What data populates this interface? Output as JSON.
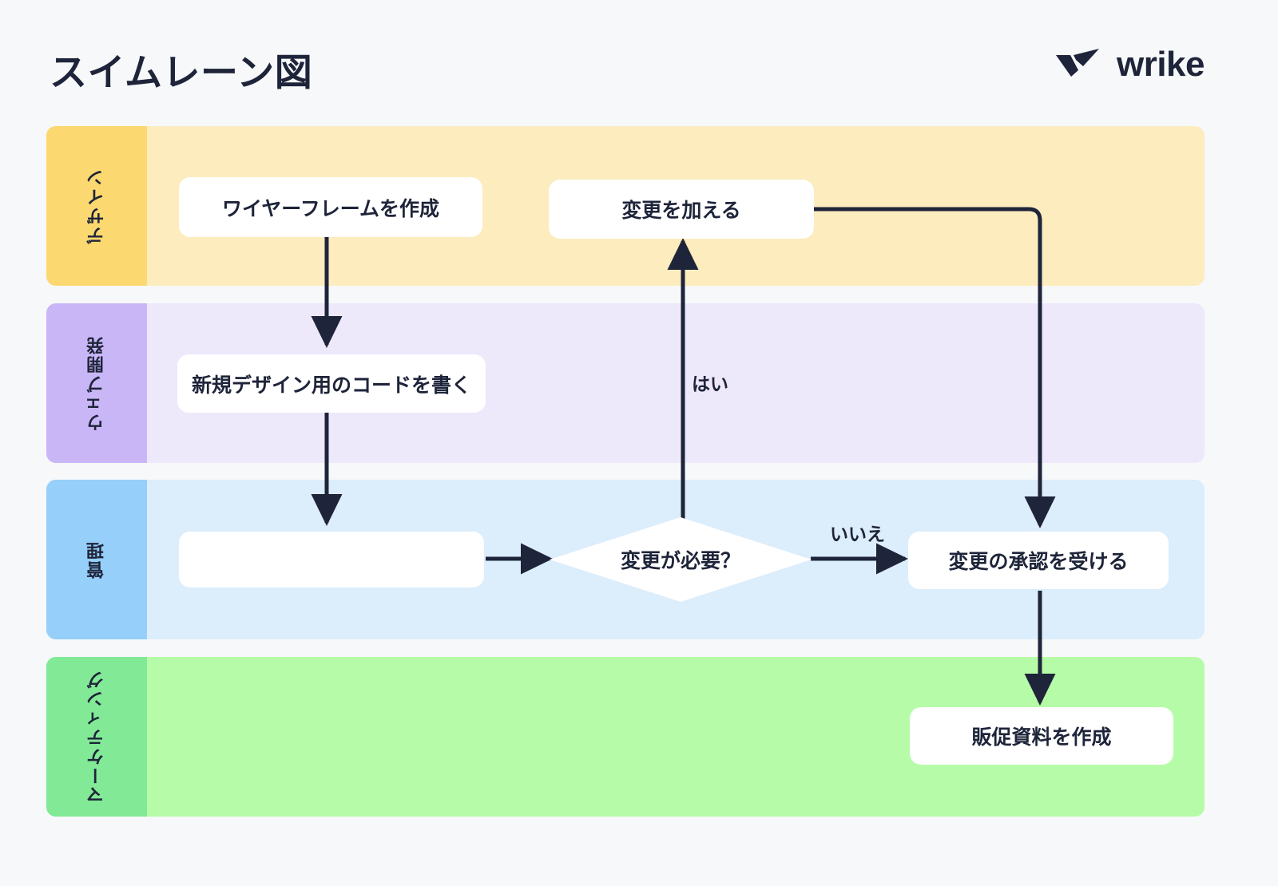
{
  "header": {
    "title": "スイムレーン図",
    "brand_name": "wrike",
    "brand_icon": "wrike-checkmark-logo"
  },
  "colors": {
    "page_background": "#F7F8FA",
    "text": "#1E2439",
    "node_fill": "#FFFFFF",
    "connector": "#1E2439",
    "lane_design_header": "#FCD870",
    "lane_design_body": "#FCECBE",
    "lane_webdev_header": "#C9B6F7",
    "lane_webdev_body": "#EEE8FB",
    "lane_management_header": "#95CFFA",
    "lane_management_body": "#DCEDFB",
    "lane_marketing_header": "#82E996",
    "lane_marketing_body": "#B6FCA8"
  },
  "chart_data": {
    "type": "diagram",
    "diagram_type": "swimlane-flowchart",
    "title": "スイムレーン図",
    "lanes": [
      {
        "id": "design",
        "label": "デザイン",
        "header_color": "#FCD870",
        "body_color": "#FCECBE"
      },
      {
        "id": "webdev",
        "label": "ウェブ開発",
        "header_color": "#C9B6F7",
        "body_color": "#EEE8FB"
      },
      {
        "id": "management",
        "label": "管理",
        "header_color": "#95CFFA",
        "body_color": "#DCEDFB"
      },
      {
        "id": "marketing",
        "label": "マーケティング",
        "header_color": "#82E996",
        "body_color": "#B6FCA8"
      }
    ],
    "nodes": [
      {
        "id": "n1",
        "lane": "design",
        "shape": "rounded-rect",
        "label": "ワイヤーフレームを作成"
      },
      {
        "id": "n2",
        "lane": "design",
        "shape": "rounded-rect",
        "label": "変更を加える"
      },
      {
        "id": "n3",
        "lane": "webdev",
        "shape": "rounded-rect",
        "label": "新規デザイン用のコードを書く"
      },
      {
        "id": "n4",
        "lane": "management",
        "shape": "rounded-rect",
        "label": ""
      },
      {
        "id": "n5",
        "lane": "management",
        "shape": "diamond",
        "label": "変更が必要？"
      },
      {
        "id": "n6",
        "lane": "management",
        "shape": "rounded-rect",
        "label": "変更の承認を受ける"
      },
      {
        "id": "n7",
        "lane": "marketing",
        "shape": "rounded-rect",
        "label": "販促資料を作成"
      }
    ],
    "edges": [
      {
        "from": "n1",
        "to": "n3",
        "label": ""
      },
      {
        "from": "n3",
        "to": "n4",
        "label": ""
      },
      {
        "from": "n4",
        "to": "n5",
        "label": ""
      },
      {
        "from": "n5",
        "to": "n2",
        "label": "はい"
      },
      {
        "from": "n5",
        "to": "n6",
        "label": "いいえ"
      },
      {
        "from": "n2",
        "to": "n6",
        "label": ""
      },
      {
        "from": "n6",
        "to": "n7",
        "label": ""
      }
    ],
    "edge_labels": {
      "yes": "はい",
      "no": "いいえ"
    }
  }
}
